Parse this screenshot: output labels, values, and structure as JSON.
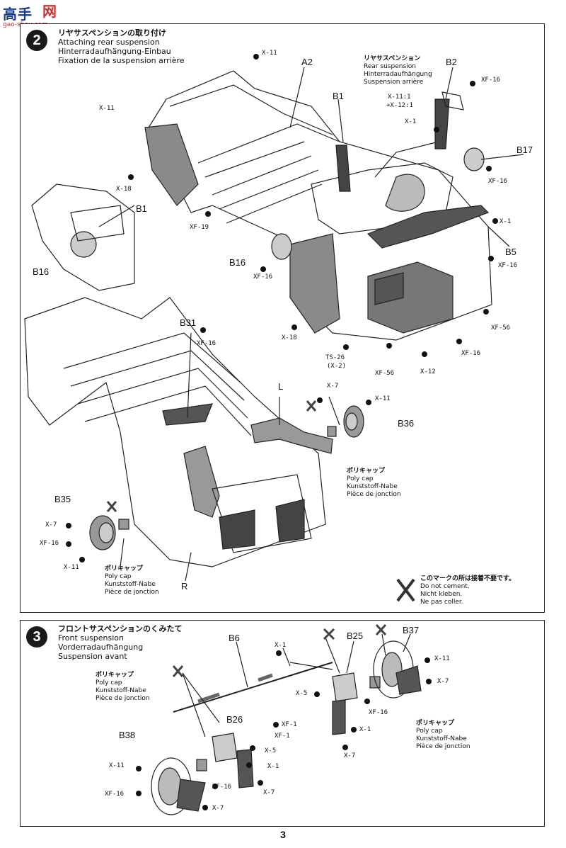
{
  "watermark": {
    "logo_cn": "高手",
    "logo_cn2": "网",
    "url": "gao-shou.com"
  },
  "step2": {
    "number": "2",
    "title_jp": "リヤサスペンションの取り付け",
    "title_en": "Attaching rear suspension",
    "title_de": "Hinterradaufhängung-Einbau",
    "title_fr": "Fixation de la suspension arrière",
    "rear_susp": {
      "jp": "リヤサスペンション",
      "en": "Rear suspension",
      "de": "Hinterradaufhängung",
      "fr": "Suspension arrière"
    },
    "mix_note_1": "X-11:1",
    "mix_note_2": "+X-12:1",
    "poly_cap": {
      "jp": "ポリキャップ",
      "en": "Poly cap",
      "de": "Kunststoff-Nabe",
      "fr": "Pièce de jonction"
    },
    "no_cement": {
      "jp": "このマークの所は接着不要です。",
      "en": "Do not cement.",
      "de": "Nicht kleben.",
      "fr": "Ne pas coller."
    },
    "part_labels": {
      "A2": "A2",
      "B1a": "B1",
      "B1b": "B1",
      "B2": "B2",
      "B17": "B17",
      "B16a": "B16",
      "B16b": "B16",
      "B5": "B5",
      "B31": "B31",
      "L": "L",
      "B36": "B36",
      "B35": "B35",
      "R": "R"
    },
    "color_labels": {
      "x11a": "X-11",
      "x11b": "X-11",
      "x18a": "X-18",
      "xf19": "XF-19",
      "xf16a": "XF-16",
      "xf16b": "XF-16",
      "x1a": "X-1",
      "xf16c": "XF-16",
      "x1b": "X-1",
      "xf16d": "XF-16",
      "xf56a": "XF-56",
      "xf16e": "XF-16",
      "x12": "X-12",
      "xf56b": "XF-56",
      "ts26": "TS-26",
      "ts26b": "(X-2)",
      "x18b": "X-18",
      "xf16f": "XF-16",
      "x7a": "X-7",
      "x11c": "X-11",
      "x7b": "X-7",
      "xf16g": "XF-16",
      "x11d": "X-11"
    }
  },
  "step3": {
    "number": "3",
    "title_jp": "フロントサスペンションのくみたて",
    "title_en": "Front suspension",
    "title_de": "Vorderradaufhängung",
    "title_fr": "Suspension avant",
    "poly_cap_left": {
      "jp": "ポリキャップ",
      "en": "Poly cap",
      "de": "Kunststoff-Nabe",
      "fr": "Pièce de jonction"
    },
    "poly_cap_right": {
      "jp": "ポリキャップ",
      "en": "Poly cap",
      "de": "Kunststoff-Nabe",
      "fr": "Pièce de jonction"
    },
    "part_labels": {
      "B6": "B6",
      "B25": "B25",
      "B37": "B37",
      "B26": "B26",
      "B38": "B38"
    },
    "color_labels": {
      "x1a": "X-1",
      "xf1a": "XF-1",
      "xf1b": "XF-1",
      "x5a": "X-5",
      "xf16a": "XF-16",
      "x1b": "X-1",
      "x7a": "X-7",
      "x11a": "X-11",
      "x7b": "X-7",
      "x5b": "X-5",
      "x1c": "X-1",
      "xf16b": "XF-16",
      "x7c": "X-7",
      "x11b": "X-11",
      "xf16c": "XF-16",
      "x7d": "X-7"
    }
  },
  "page_number": "3"
}
